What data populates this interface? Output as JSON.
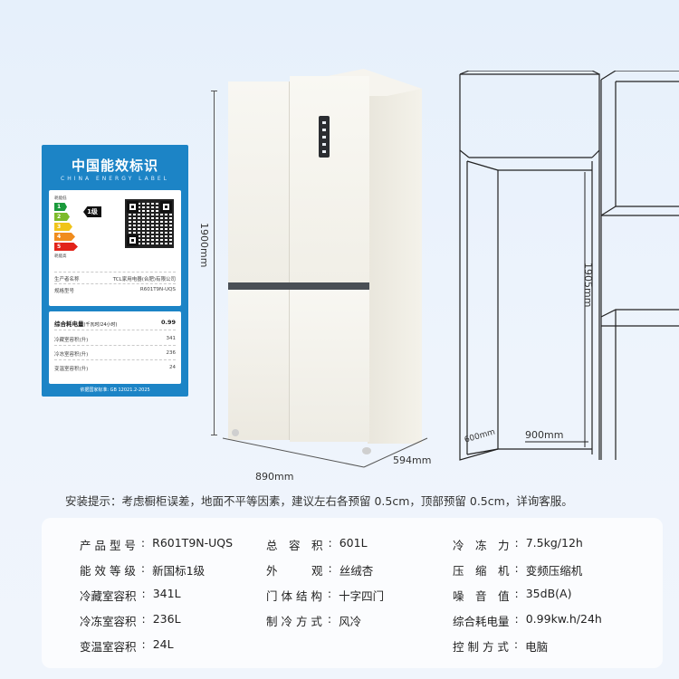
{
  "energy_label": {
    "title": "中国能效标识",
    "subtitle": "CHINA ENERGY LABEL",
    "low_text": "耗能低",
    "high_text": "耗能高",
    "grades": [
      "1",
      "2",
      "3",
      "4",
      "5"
    ],
    "grade_colors": [
      "#1a9a3b",
      "#7dbb2a",
      "#f0c419",
      "#f08c1e",
      "#e2231a"
    ],
    "current_grade": "1级",
    "manufacturer_key": "生产者名称",
    "manufacturer_value": "TCL家用电器(合肥)有限公司",
    "model_key": "规格型号",
    "model_value": "R601T9N-UQS",
    "consumption_key": "综合耗电量",
    "consumption_unit": "(千瓦时/24小时)",
    "consumption_value": "0.99",
    "rows": [
      {
        "key": "冷藏室容积(升)",
        "value": "341"
      },
      {
        "key": "冷冻室容积(升)",
        "value": "236"
      },
      {
        "key": "变温室容积(升)",
        "value": "24"
      }
    ],
    "footer": "依据国家标准: GB 12021.2-2025"
  },
  "fridge": {
    "height_dim": "1900mm",
    "width_dim": "890mm",
    "depth_dim": "594mm"
  },
  "cabinet": {
    "height_dim": "1905mm",
    "width_dim": "900mm",
    "depth_dim": "600mm"
  },
  "install_tip": "安装提示：考虑橱柜误差，地面不平等因素，建议左右各预留 0.5cm，顶部预留 0.5cm，详询客服。",
  "specs": {
    "col1": [
      {
        "key": "产 品 型 号",
        "value": "R601T9N-UQS"
      },
      {
        "key": "能 效 等 级",
        "value": "新国标1级"
      },
      {
        "key": "冷藏室容积",
        "value": "341L"
      },
      {
        "key": "冷冻室容积",
        "value": "236L"
      },
      {
        "key": "变温室容积",
        "value": "24L"
      }
    ],
    "col2": [
      {
        "key": "总　容　积",
        "value": "601L"
      },
      {
        "key": "外　　　观",
        "value": "丝绒杏"
      },
      {
        "key": "门 体 结 构",
        "value": "十字四门"
      },
      {
        "key": "制 冷 方 式",
        "value": "风冷"
      }
    ],
    "col3": [
      {
        "key": "冷　冻　力",
        "value": "7.5kg/12h"
      },
      {
        "key": "压　缩　机",
        "value": "变频压缩机"
      },
      {
        "key": "噪　音　值",
        "value": "35dB(A)"
      },
      {
        "key": "综合耗电量",
        "value": "0.99kw.h/24h"
      },
      {
        "key": "控 制 方 式",
        "value": "电脑"
      }
    ],
    "separator": ":"
  }
}
